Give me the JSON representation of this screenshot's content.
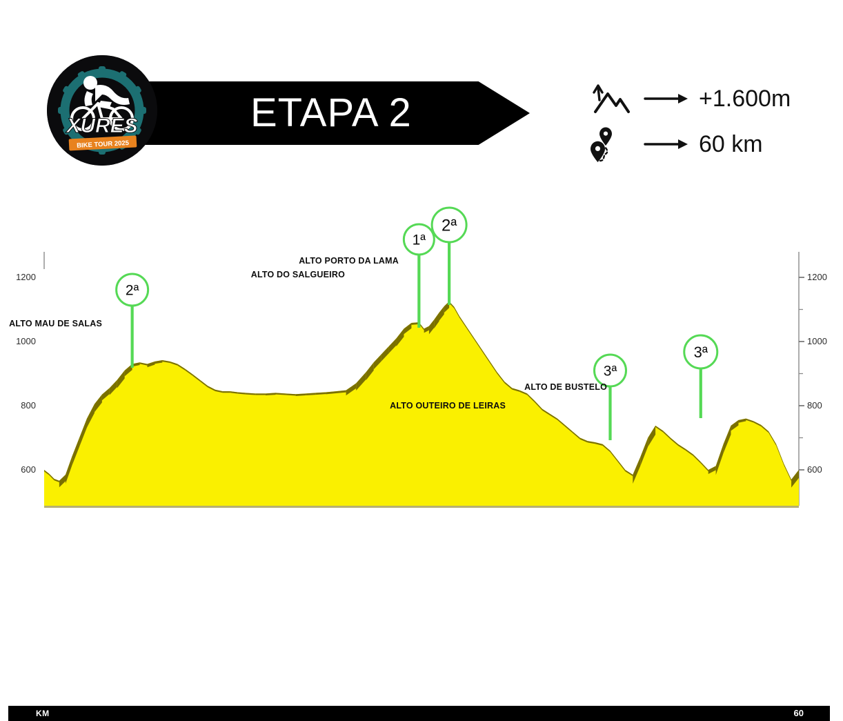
{
  "header": {
    "stage_title": "ETAPA 2",
    "logo": {
      "brand": "XURES",
      "tagline": "BIKE TOUR 2025",
      "badge_color": "#0b0b0d",
      "gear_color": "#1c6f72",
      "banner_color": "#e8821e"
    },
    "stats": [
      {
        "icon": "mountain-ascent-icon",
        "value": "+1.600m",
        "meaning": "elevation-gain"
      },
      {
        "icon": "route-pins-icon",
        "value": "60 km",
        "meaning": "distance"
      }
    ]
  },
  "chart_data": {
    "type": "area",
    "title": "ETAPA 2",
    "xlabel": "KM",
    "ylabel": "",
    "xlim": [
      0,
      60
    ],
    "ylim": [
      520,
      1270
    ],
    "grid": false,
    "legend": null,
    "axis_ticks_left": [
      "1200",
      "1000",
      "800",
      "600"
    ],
    "axis_ticks_right": [
      "1200",
      "1000",
      "800",
      "600"
    ],
    "axis_tick_values": [
      1200,
      1000,
      800,
      600
    ],
    "minor_tick_values": [
      1100,
      900,
      700
    ],
    "fill_color": "#faf000",
    "edge_color": "#7a7000",
    "x": [
      0.0,
      0.4,
      0.8,
      1.2,
      1.7,
      2.2,
      2.8,
      3.4,
      4.0,
      4.6,
      5.2,
      5.8,
      6.4,
      7.0,
      7.6,
      8.2,
      8.8,
      9.4,
      10.0,
      10.6,
      11.2,
      11.8,
      12.4,
      13.0,
      13.6,
      14.2,
      14.8,
      15.4,
      16.0,
      16.8,
      17.6,
      18.4,
      19.2,
      20.0,
      20.8,
      21.6,
      22.4,
      23.2,
      24.0,
      24.8,
      25.6,
      26.2,
      26.8,
      27.4,
      28.0,
      28.6,
      29.2,
      29.8,
      30.2,
      30.6,
      31.0,
      31.4,
      31.8,
      32.2,
      32.6,
      33.0,
      33.6,
      34.2,
      34.8,
      35.4,
      36.0,
      36.6,
      37.2,
      37.8,
      38.4,
      39.0,
      39.6,
      40.2,
      40.8,
      41.4,
      42.0,
      42.6,
      43.2,
      43.8,
      44.4,
      45.0,
      45.6,
      46.2,
      46.8,
      47.4,
      48.0,
      48.6,
      49.2,
      49.8,
      50.4,
      51.0,
      51.6,
      52.2,
      52.8,
      53.4,
      54.0,
      54.6,
      55.2,
      55.8,
      56.4,
      57.0,
      57.6,
      58.2,
      58.8,
      59.4,
      60.0
    ],
    "y": [
      600,
      588,
      572,
      566,
      585,
      640,
      700,
      760,
      805,
      835,
      855,
      880,
      910,
      930,
      935,
      930,
      938,
      942,
      938,
      930,
      915,
      898,
      880,
      862,
      850,
      845,
      845,
      842,
      840,
      838,
      838,
      840,
      838,
      836,
      838,
      840,
      842,
      845,
      848,
      870,
      905,
      935,
      960,
      985,
      1010,
      1040,
      1058,
      1060,
      1040,
      1048,
      1068,
      1090,
      1110,
      1125,
      1108,
      1080,
      1045,
      1010,
      975,
      940,
      905,
      875,
      855,
      848,
      838,
      815,
      790,
      775,
      760,
      740,
      720,
      700,
      690,
      686,
      680,
      660,
      630,
      600,
      585,
      640,
      700,
      738,
      722,
      700,
      680,
      665,
      648,
      625,
      600,
      612,
      680,
      738,
      755,
      760,
      752,
      740,
      720,
      680,
      620,
      570,
      600
    ],
    "summits": [
      {
        "name": "ALTO MAU DE SALAS",
        "category": "2ª",
        "km": 7.0,
        "elevation": 930,
        "circle_cx": 212,
        "circle_cy": 130,
        "circle_r": 23,
        "cat_font_size": 21,
        "stem_bottom_y": 243,
        "label_x": 148,
        "label_y": 183
      },
      {
        "name": "ALTO DO SALGUEIRO",
        "category": "1ª",
        "km": 29.8,
        "elevation": 1060,
        "circle_cx": 569,
        "circle_cy": 57,
        "circle_r": 22,
        "cat_font_size": 21,
        "stem_bottom_y": 185,
        "label_x": 500,
        "label_y": 112
      },
      {
        "name": "ALTO PORTO DA LAMA",
        "category": "2ª",
        "km": 32.2,
        "elevation": 1125,
        "circle_cx": 623,
        "circle_cy": 36,
        "circle_r": 25,
        "cat_font_size": 24,
        "stem_bottom_y": 152,
        "label_x": 578,
        "label_y": 92
      },
      {
        "name": "ALTO OUTEIRO DE LEIRAS",
        "category": "3ª",
        "km": 45.0,
        "elevation": 660,
        "circle_cx": 795,
        "circle_cy": 247,
        "circle_r": 23,
        "cat_font_size": 21,
        "stem_bottom_y": 348,
        "label_x": 733,
        "label_y": 302
      },
      {
        "name": "ALTO DE BUSTELO",
        "category": "3ª",
        "km": 52.2,
        "elevation": 738,
        "circle_cx": 928,
        "circle_cy": 220,
        "circle_r": 24,
        "cat_font_size": 22,
        "stem_bottom_y": 316,
        "label_x": 880,
        "label_y": 275
      }
    ],
    "summit_marker_color": "#55d955"
  },
  "km_bar": {
    "start_label": "KM",
    "end_label": "60",
    "bar_color": "#000000",
    "text_color": "#ffffff"
  }
}
